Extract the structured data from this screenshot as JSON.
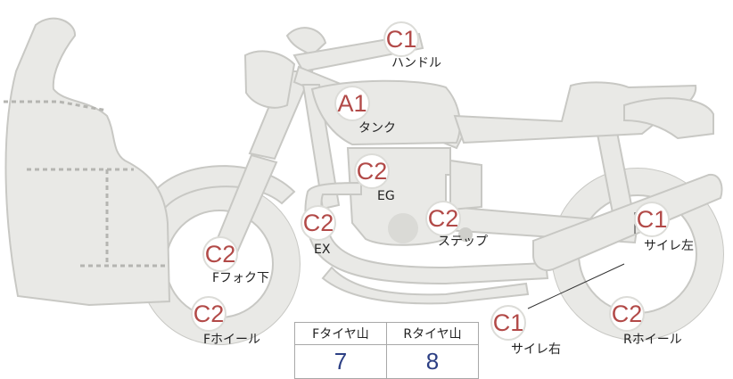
{
  "markers": [
    {
      "id": "handle",
      "code": "C1",
      "label": "ハンドル"
    },
    {
      "id": "tank",
      "code": "A1",
      "label": "タンク"
    },
    {
      "id": "engine",
      "code": "C2",
      "label": "EG"
    },
    {
      "id": "exhaust",
      "code": "C2",
      "label": "EX"
    },
    {
      "id": "step",
      "code": "C2",
      "label": "ステップ"
    },
    {
      "id": "muffler-left",
      "code": "C1",
      "label": "サイレ左"
    },
    {
      "id": "front-fork",
      "code": "C2",
      "label": "Fフォク下"
    },
    {
      "id": "front-wheel",
      "code": "C2",
      "label": "Fホイール"
    },
    {
      "id": "muffler-right",
      "code": "C1",
      "label": "サイレ右"
    },
    {
      "id": "rear-wheel",
      "code": "C2",
      "label": "Rホイール"
    }
  ],
  "tread_table": {
    "headers": [
      "Fタイヤ山",
      "Rタイヤ山"
    ],
    "values": [
      "7",
      "8"
    ]
  },
  "colors": {
    "marker_text": "#b24a48",
    "value_text": "#2c3f84",
    "bike_fill": "#e9e9e6",
    "bike_stroke": "#c8c8c4"
  }
}
